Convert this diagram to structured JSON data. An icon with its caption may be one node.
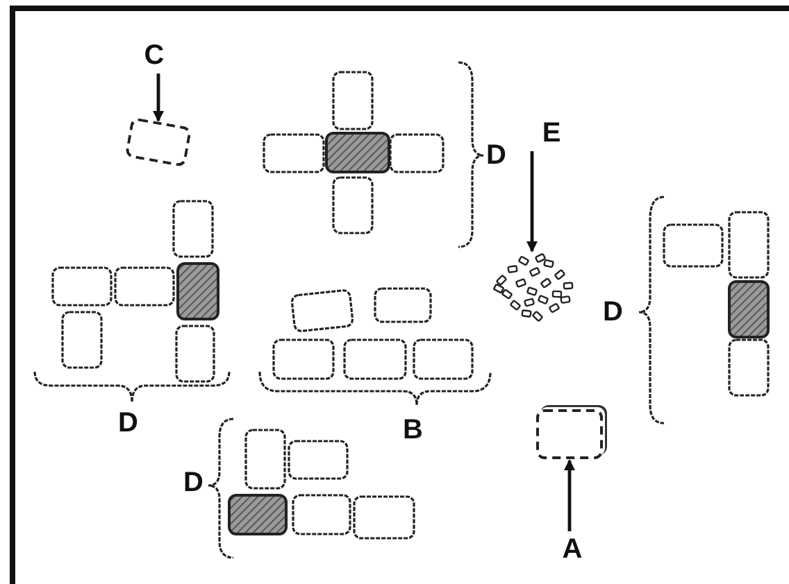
{
  "diagram": {
    "nodes": [
      {
        "text": [
          "C"
        ]
      },
      {
        "text": [],
        "shape": "box"
      },
      {
        "text": [
          "E"
        ]
      },
      {
        "text": [],
        "shape": "cluster"
      },
      {
        "text": [],
        "shape": "box"
      },
      {
        "text": [
          "A"
        ]
      }
    ],
    "edges": [
      {
        "from": 0,
        "to": 1,
        "arrow": "to"
      },
      {
        "from": 2,
        "to": 3,
        "arrow": "to"
      },
      {
        "from": 5,
        "to": 4,
        "arrow": "to"
      }
    ],
    "labels": [
      "D",
      "D",
      "D",
      "B",
      "D"
    ]
  }
}
